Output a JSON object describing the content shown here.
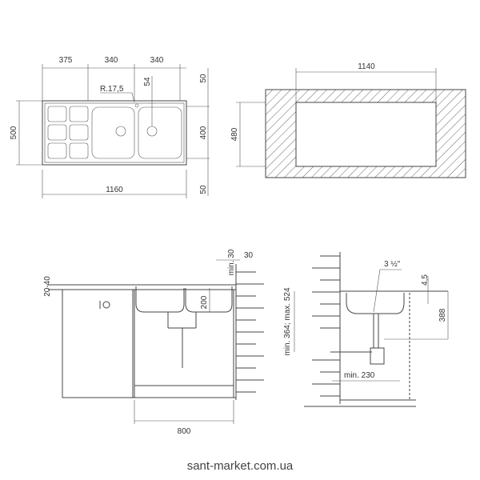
{
  "top_view": {
    "dims": {
      "w1": "375",
      "w2": "340",
      "w3": "340",
      "radius": "R.17,5",
      "offset": "54",
      "top": "50",
      "mid": "400",
      "bottom": "50",
      "height": "500",
      "total": "1160"
    }
  },
  "cutout": {
    "width": "1140",
    "height": "480"
  },
  "side_view": {
    "thickness": "20-40",
    "min_gap": "min. 30",
    "depth": "200",
    "cabinet": "800"
  },
  "section_view": {
    "drain": "3 ½\"",
    "lip": "4,5",
    "depth": "388",
    "range": "min. 364; max. 524",
    "min_dist": "min. 230"
  },
  "watermark": "sant-market.com.ua"
}
